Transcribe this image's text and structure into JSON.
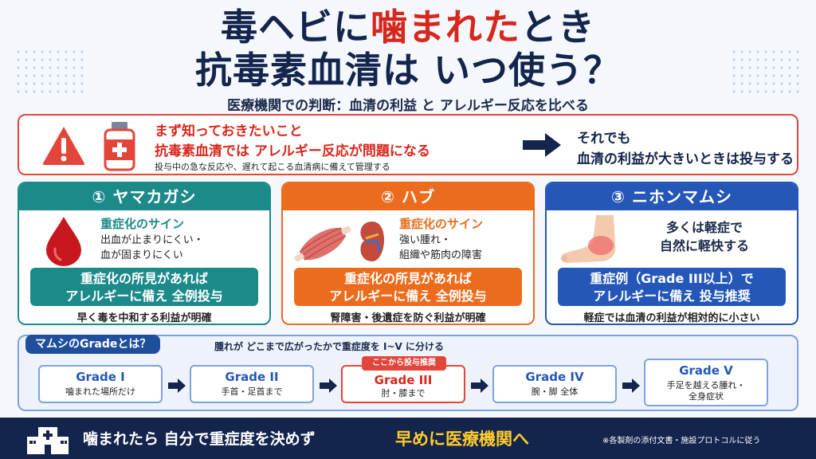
{
  "title": {
    "line1_a": "毒ヘビに",
    "line1_b": "噛まれた",
    "line1_c": "とき",
    "line2": "抗毒素血清は いつ使う？",
    "subtitle": "医療機関での判断：血清の利益 と アレルギー反応を比べる"
  },
  "notice": {
    "heading": "まず知っておきたいこと",
    "main": "抗毒素血清では アレルギー反応が問題になる",
    "note": "投与中の急な反応や、遅れて起こる血清病に備えて管理する",
    "right_line1": "それでも",
    "right_line2": "血清の利益が大きいときは投与する",
    "icons": [
      "warning-icon",
      "medicine-bottle-icon",
      "arrow-right-icon"
    ]
  },
  "cards": [
    {
      "header": "①  ヤマカガシ",
      "sign_title": "重症化のサイン",
      "desc_line1": "出血が止まりにくい・",
      "desc_line2": "血が固まりにくい",
      "box_line1": "重症化の所見があれば",
      "box_line2": "アレルギーに備え 全例投与",
      "footer": "早く毒を中和する利益が明確",
      "icon": "blood-drop-icon",
      "color": "#1d8a8a"
    },
    {
      "header": "②  ハブ",
      "sign_title": "重症化のサイン",
      "desc_line1": "強い腫れ・",
      "desc_line2": "組織や筋肉の障害",
      "box_line1": "重症化の所見があれば",
      "box_line2": "アレルギーに備え 全例投与",
      "footer": "腎障害・後遺症を防ぐ利益が明確",
      "icon": "muscle-kidney-icon",
      "color": "#ec6c1e"
    },
    {
      "header": "③  ニホンマムシ",
      "mild_line1": "多くは軽症で",
      "mild_line2": "自然に軽快する",
      "box_line1": "重症例（Grade III以上）で",
      "box_line2": "アレルギーに備え 投与推奨",
      "footer": "軽症では血清の利益が相対的に小さい",
      "icon": "swollen-foot-icon",
      "color": "#2557b8"
    }
  ],
  "grade": {
    "tag": "マムシのGradeとは？",
    "desc": "腫れが どこまで広がったかで重症度を I~V に分ける",
    "badge": "ここから投与推奨",
    "items": [
      {
        "label": "Grade I",
        "text": "噛まれた場所だけ",
        "text2": ""
      },
      {
        "label": "Grade II",
        "text": "手首・足首まで",
        "text2": ""
      },
      {
        "label": "Grade III",
        "text": "肘・膝まで",
        "text2": ""
      },
      {
        "label": "Grade IV",
        "text": "腕・脚 全体",
        "text2": ""
      },
      {
        "label": "Grade V",
        "text": "手足を越える腫れ・",
        "text2": "全身症状"
      }
    ]
  },
  "footer": {
    "left": "噛まれたら 自分で重症度を決めず",
    "highlight": "早めに医療機関へ",
    "note": "※各製剤の添付文書・施設プロトコルに従う",
    "icon": "hospital-icon"
  }
}
